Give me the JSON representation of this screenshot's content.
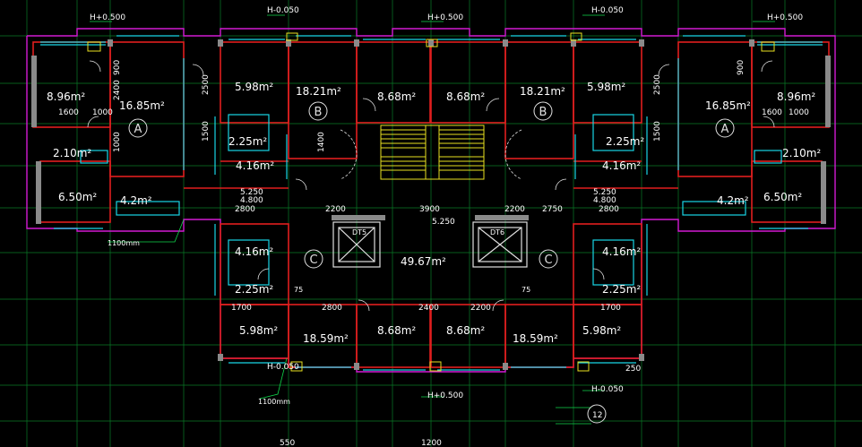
{
  "elevations": {
    "left_top": "H+0.500",
    "left_mid_top": "H-0.050",
    "center_top": "H+0.500",
    "right_mid_top": "H-0.050",
    "right_top": "H+0.500",
    "bottom_center": "H+0.500",
    "bottom_right": "H-0.050",
    "bottom_left": "H-0.050"
  },
  "rooms": {
    "r1": "8.96m²",
    "r2": "16.85m²",
    "r3": "5.98m²",
    "r4": "18.21m²",
    "r5": "8.68m²",
    "r6": "8.68m²",
    "r7": "18.21m²",
    "r8": "5.98m²",
    "r9": "16.85m²",
    "r10": "8.96m²",
    "r11": "2.10m²",
    "r12": "2.25m²",
    "r13": "2.25m²",
    "r14": "2.10m²",
    "r15": "6.50m²",
    "r16": "4.2m²",
    "r17": "4.16m²",
    "r18": "4.16m²",
    "r19": "4.2m²",
    "r20": "6.50m²",
    "r21": "49.67m²",
    "r22": "4.16m²",
    "r23": "4.16m²",
    "r24": "2.25m²",
    "r25": "2.25m²",
    "r26": "5.98m²",
    "r27": "18.59m²",
    "r28": "8.68m²",
    "r29": "8.68m²",
    "r30": "18.59m²",
    "r31": "5.98m²"
  },
  "grid_bubbles": [
    "A",
    "B",
    "B",
    "A",
    "C",
    "C"
  ],
  "dims": {
    "d1": "1600",
    "d2": "1000",
    "d3": "2400",
    "d4": "1000",
    "d5": "2800",
    "d6": "2200",
    "d7": "3900",
    "d8": "2200",
    "d9": "2750",
    "d10": "2800",
    "d11": "1700",
    "d12": "2800",
    "d13": "2400",
    "d14": "2200",
    "d15": "1700",
    "d16": "1600",
    "d17": "1000",
    "d18": "5.250",
    "d19": "4.800",
    "d20": "5.250",
    "d21": "4.800",
    "d22": "5.250",
    "d23": "250",
    "d24": "550",
    "d25": "1200",
    "d26": "900",
    "d27": "900",
    "d28": "2500",
    "d29": "2500",
    "d30": "1400",
    "d31": "1500",
    "d32": "1500"
  },
  "notes": {
    "n1": "1100mm",
    "n2": "1100mm",
    "n3": "75",
    "n4": "75",
    "n5": "DT5",
    "n6": "DT6",
    "n7": "12"
  }
}
